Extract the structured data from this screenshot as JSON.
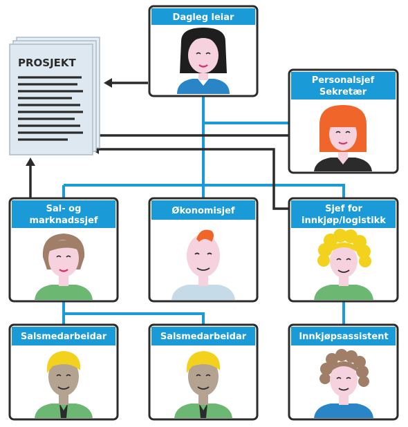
{
  "document": {
    "title": "PROSJEKT"
  },
  "roles": {
    "ceo": {
      "line1": "Dagleg leiar",
      "line2": ""
    },
    "hr": {
      "line1": "Personalsjef",
      "line2": "Sekretær"
    },
    "sales": {
      "line1": "Sal- og",
      "line2": "marknadssjef"
    },
    "finance": {
      "line1": "Økonomisjef",
      "line2": ""
    },
    "purchasing": {
      "line1": "Sjef for",
      "line2": "innkjøp/logistikk"
    },
    "salesrep1": {
      "line1": "Salsmedarbeidar",
      "line2": ""
    },
    "salesrep2": {
      "line1": "Salsmedarbeidar",
      "line2": ""
    },
    "purchasing_assistant": {
      "line1": "Innkjøpsassistent",
      "line2": ""
    }
  },
  "colors": {
    "card_header": "#1a9ad6",
    "connector": "#1a9ad6",
    "arrow": "#2b2b2b",
    "card_border": "#2b2b2b",
    "document_paper": "#dde8f0",
    "skin_light": "#f6d2df",
    "skin_dark": "#b5a392",
    "hair_black": "#1e1e1e",
    "hair_orange": "#f0662a",
    "hair_blonde": "#f3d21d",
    "hair_brown": "#a07e68",
    "shirt_blue": "#2a85c7",
    "shirt_green": "#6cb872"
  },
  "icons": {
    "document": "document-stack-icon",
    "person": "person-avatar-icon"
  }
}
